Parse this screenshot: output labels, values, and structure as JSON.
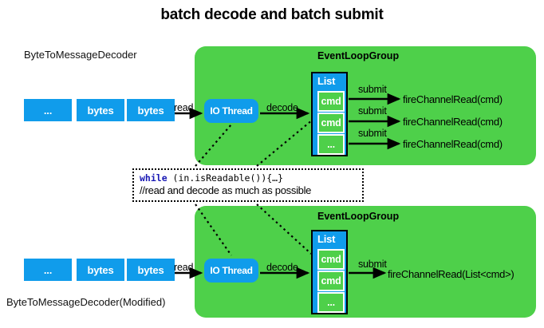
{
  "title": "batch decode and batch submit",
  "colors": {
    "green_panel": "#4ed04a",
    "blue_box": "#109ceb",
    "background": "#ffffff",
    "arrow": "#000000",
    "keyword": "#1818b4"
  },
  "top_section": {
    "decoder_label": "ByteToMessageDecoder",
    "buffer_boxes": [
      {
        "label": "..."
      },
      {
        "label": "bytes"
      },
      {
        "label": "bytes"
      }
    ],
    "read_arrow_label": "read",
    "io_thread_label": "IO Thread",
    "decode_arrow_label": "decode",
    "panel_title": "EventLoopGroup",
    "list_label": "List",
    "list_items": [
      {
        "label": "cmd"
      },
      {
        "label": "cmd"
      },
      {
        "label": "..."
      }
    ],
    "submit_rows": [
      {
        "arrow_label": "submit",
        "sink_label": "fireChannelRead(cmd)"
      },
      {
        "arrow_label": "submit",
        "sink_label": "fireChannelRead(cmd)"
      },
      {
        "arrow_label": "submit",
        "sink_label": "fireChannelRead(cmd)"
      }
    ]
  },
  "code_note": {
    "line1_keyword": "while",
    "line1_rest": " (in.isReadable()){…}",
    "line2": "//read and decode as much as possible"
  },
  "bottom_section": {
    "decoder_label": "ByteToMessageDecoder(Modified)",
    "buffer_boxes": [
      {
        "label": "..."
      },
      {
        "label": "bytes"
      },
      {
        "label": "bytes"
      }
    ],
    "read_arrow_label": "read",
    "io_thread_label": "IO Thread",
    "decode_arrow_label": "decode",
    "panel_title": "EventLoopGroup",
    "list_label": "List",
    "list_items": [
      {
        "label": "cmd"
      },
      {
        "label": "cmd"
      },
      {
        "label": "..."
      }
    ],
    "submit_rows": [
      {
        "arrow_label": "submit",
        "sink_label": "fireChannelRead(List<cmd>)"
      }
    ]
  }
}
